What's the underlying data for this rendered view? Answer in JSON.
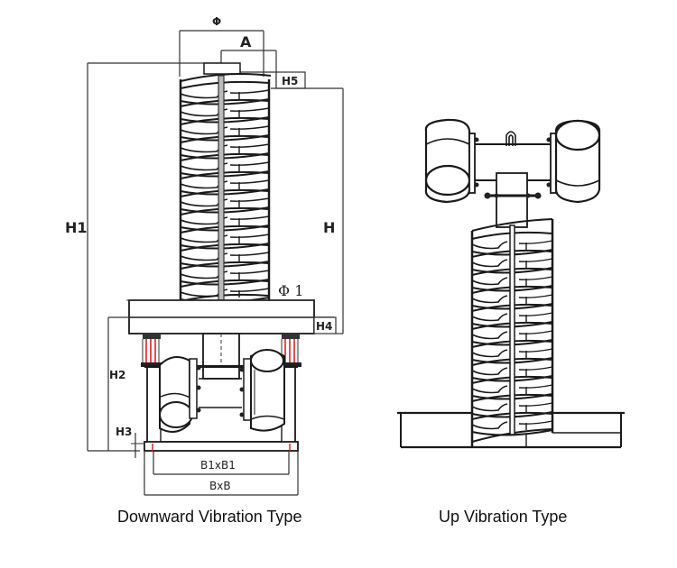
{
  "diagram": {
    "title": "Vertical Spiral Vibrating Conveyor — Dimension Diagrams",
    "colors": {
      "line": "#1a1a1a",
      "dimension_line": "#333333",
      "spring_accent": "#e0202a",
      "background": "#ffffff"
    },
    "left_view": {
      "caption": "Downward Vibration Type",
      "labels": {
        "phi": "Φ",
        "a": "A",
        "h5": "H5",
        "h1": "H1",
        "h": "H",
        "phi1": "Φ 1",
        "h4": "H4",
        "h2": "H2",
        "h3": "H3",
        "b1xb1": "B1xB1",
        "bxb": "BxB"
      },
      "components": [
        "spiral-tower",
        "central-column",
        "top-inlet",
        "base-plate",
        "spring-supports",
        "vibration-motors",
        "base-frame"
      ]
    },
    "right_view": {
      "caption": "Up Vibration Type",
      "components": [
        "vibration-motors",
        "motor-crossbeam",
        "lifting-hook",
        "spiral-tower",
        "central-rod",
        "base-tray"
      ]
    }
  }
}
